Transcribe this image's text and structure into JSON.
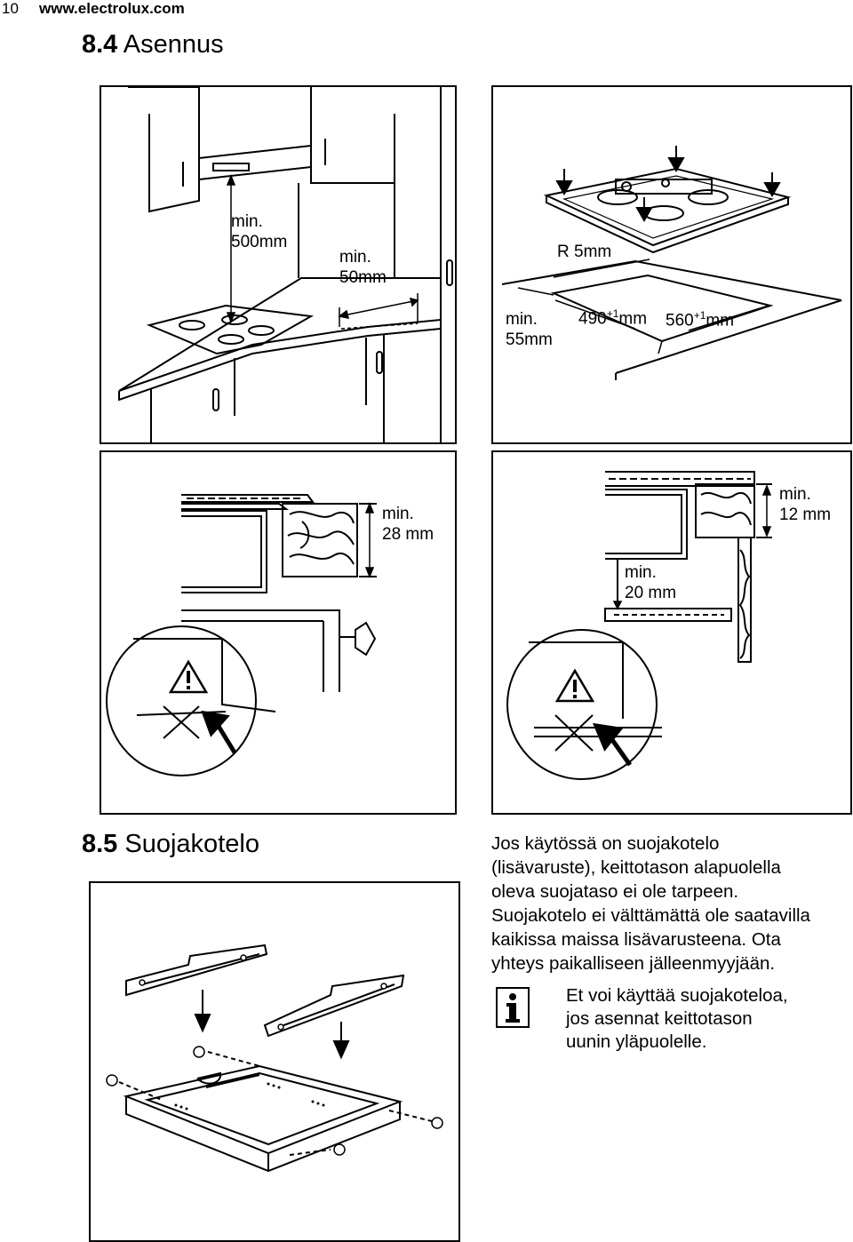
{
  "header": {
    "page_number": "10",
    "url": "www.electrolux.com"
  },
  "section_84": {
    "number": "8.4",
    "title": "Asennus"
  },
  "fig_top_left": {
    "label_500": [
      "min.",
      "500mm"
    ],
    "label_50": [
      "min.",
      "50mm"
    ]
  },
  "fig_top_right": {
    "label_r5": "R 5mm",
    "label_55": [
      "min.",
      "55mm"
    ],
    "dim_490": {
      "base": "490",
      "sup": "+1",
      "unit": "mm"
    },
    "dim_560": {
      "base": "560",
      "sup": "+1",
      "unit": "mm"
    }
  },
  "fig_mid_left": {
    "label_28": [
      "min.",
      "28 mm"
    ]
  },
  "fig_mid_right": {
    "label_12": [
      "min.",
      "12 mm"
    ],
    "label_20": [
      "min.",
      "20 mm"
    ]
  },
  "section_85": {
    "number": "8.5",
    "title": "Suojakotelo"
  },
  "paragraph": [
    "Jos käytössä on suojakotelo",
    "(lisävaruste), keittotason alapuolella",
    "oleva suojataso ei ole tarpeen.",
    "Suojakotelo ei välttämättä ole saatavilla",
    "kaikissa maissa lisävarusteena. Ota",
    "yhteys paikalliseen jälleenmyyjään."
  ],
  "info_note": {
    "icon": "info-icon",
    "lines": [
      "Et voi käyttää suojakoteloa,",
      "jos asennat keittotason",
      "uunin yläpuolelle."
    ]
  },
  "warning_icon": "warning-triangle-icon"
}
